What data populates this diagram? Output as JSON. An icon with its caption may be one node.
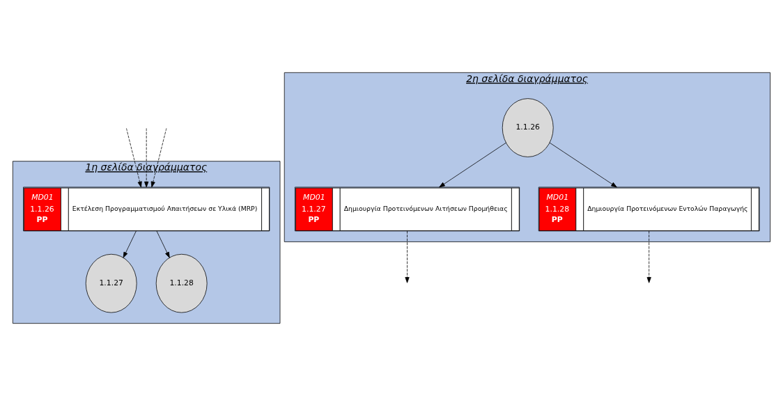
{
  "diagram": {
    "nodes": [
      {
        "text": [
          "1η σελίδα διαγράμματος"
        ]
      },
      {
        "text": [
          "MD01",
          "1.1.26",
          "PP",
          "Εκτέλεση Προγραμματισμού Απαιτήσεων σε Υλικά (MRP)"
        ],
        "in": 0
      },
      {
        "text": [
          "1.1.27"
        ],
        "in": 0
      },
      {
        "text": [
          "1.1.28"
        ],
        "in": 0
      },
      {
        "text": [
          "2η σελίδα διαγράμματος"
        ]
      },
      {
        "text": [
          "1.1.26"
        ],
        "in": 4
      },
      {
        "text": [
          "MD01",
          "1.1.27",
          "PP",
          "Δημιουργία Προτεινόμενων Αιτήσεων Προμήθειας"
        ],
        "in": 4
      },
      {
        "text": [
          "MD01",
          "1.1.28",
          "PP",
          "Δημιουργία Προτεινόμενων Εντολών Παραγωγής"
        ],
        "in": 4
      }
    ],
    "edges": [
      {
        "from": null,
        "to": 1,
        "arrow": "to",
        "style": "dashed"
      },
      {
        "from": null,
        "to": 1,
        "arrow": "to",
        "style": "dashed"
      },
      {
        "from": null,
        "to": 1,
        "arrow": "to",
        "style": "dashed"
      },
      {
        "from": 1,
        "to": 2,
        "arrow": "to"
      },
      {
        "from": 1,
        "to": 3,
        "arrow": "to"
      },
      {
        "from": 5,
        "to": 6,
        "arrow": "to"
      },
      {
        "from": 5,
        "to": 7,
        "arrow": "to"
      },
      {
        "from": 6,
        "to": null,
        "arrow": "to",
        "style": "dashed"
      },
      {
        "from": 7,
        "to": null,
        "arrow": "to",
        "style": "dashed"
      }
    ]
  }
}
